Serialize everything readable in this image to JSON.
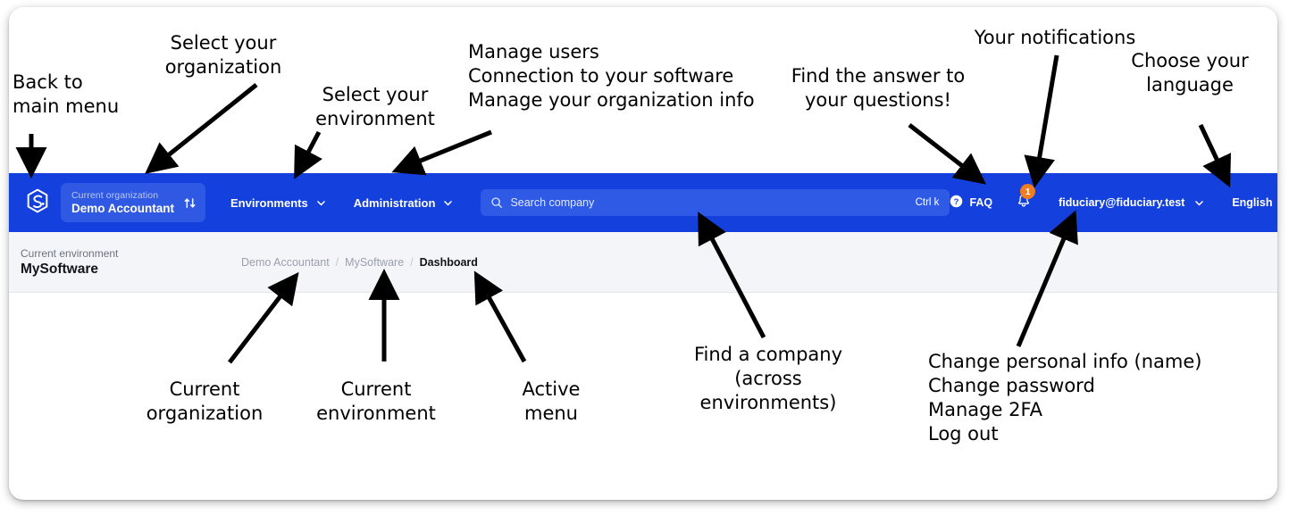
{
  "app": {
    "logo_icon": "brand-hexagon-logo",
    "navbar_color": "#1440dd",
    "accent_badge_color": "#f07d20",
    "subbar_color": "#f4f5f8"
  },
  "navbar": {
    "organization": {
      "label": "Current organization",
      "value": "Demo Accountant",
      "switch_icon": "sort-updown-icon"
    },
    "menu": [
      {
        "label": "Environments",
        "caret_icon": "chevron-down-icon"
      },
      {
        "label": "Administration",
        "caret_icon": "chevron-down-icon"
      }
    ],
    "search": {
      "icon": "search-icon",
      "placeholder": "Search company",
      "value": "",
      "shortcut": "Ctrl k"
    },
    "faq": {
      "icon": "question-circle-icon",
      "label": "FAQ"
    },
    "notifications": {
      "icon": "bell-icon",
      "count": "1"
    },
    "user": {
      "email": "fiduciary@fiduciary.test",
      "caret_icon": "chevron-down-icon"
    },
    "language": {
      "label": "English"
    }
  },
  "subheader": {
    "environment": {
      "label": "Current environment",
      "value": "MySoftware"
    },
    "breadcrumb": {
      "separator": "/",
      "items": [
        {
          "label": "Demo Accountant",
          "active": false
        },
        {
          "label": "MySoftware",
          "active": false
        },
        {
          "label": "Dashboard",
          "active": true
        }
      ]
    }
  },
  "annotations": [
    {
      "id": "back-to-main-menu",
      "text": "Back to\nmain menu"
    },
    {
      "id": "select-your-organization",
      "text": "Select your\norganization"
    },
    {
      "id": "select-your-environment",
      "text": "Select your\nenvironment"
    },
    {
      "id": "administration-note",
      "text": "Manage users\nConnection to your software\nManage your organization info"
    },
    {
      "id": "faq-note",
      "text": "Find the answer to\nyour questions!"
    },
    {
      "id": "notifications-note",
      "text": "Your notifications"
    },
    {
      "id": "language-note",
      "text": "Choose your\nlanguage"
    },
    {
      "id": "current-organization-note",
      "text": "Current\norganization"
    },
    {
      "id": "current-environment-note",
      "text": "Current\nenvironment"
    },
    {
      "id": "active-menu-note",
      "text": "Active\nmenu"
    },
    {
      "id": "search-note",
      "text": "Find a company\n(across\nenvironments)"
    },
    {
      "id": "user-menu-note",
      "text": "Change personal info (name)\nChange password\nManage 2FA\nLog out"
    }
  ]
}
